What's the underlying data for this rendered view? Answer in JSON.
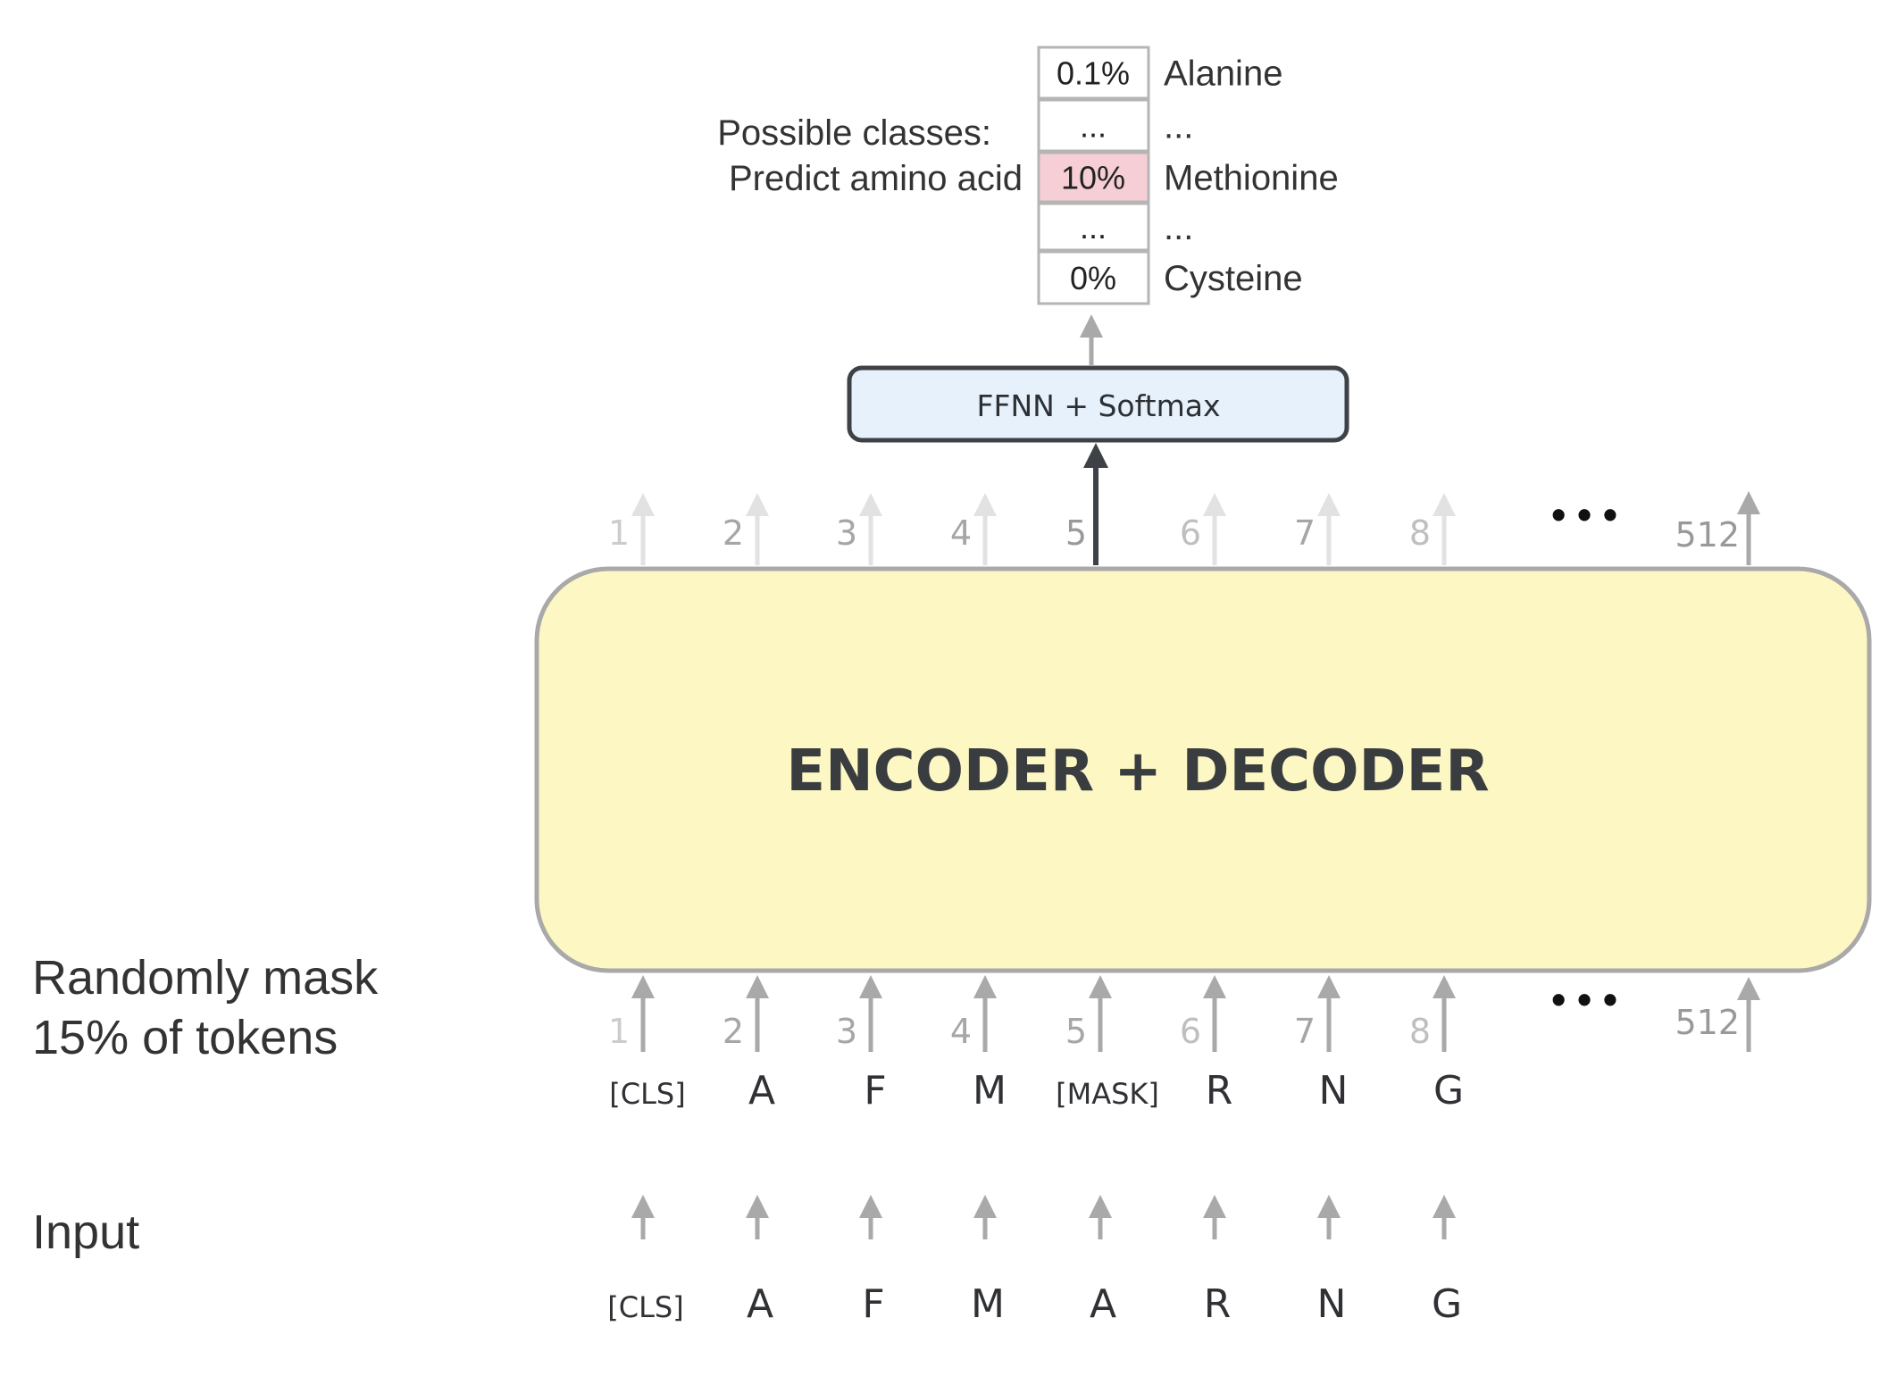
{
  "labels": {
    "mask_line1": "Randomly mask",
    "mask_line2": "15% of tokens",
    "input": "Input",
    "possible_classes": "Possible classes:",
    "predict": "Predict amino acid"
  },
  "encoder": {
    "label": "ENCODER + DECODER"
  },
  "ffnn": {
    "label": "FFNN + Softmax"
  },
  "prob_table": [
    {
      "pct": "0.1%",
      "name": "Alanine",
      "highlight": false
    },
    {
      "pct": "...",
      "name": "...",
      "highlight": false
    },
    {
      "pct": "10%",
      "name": "Methionine",
      "highlight": true
    },
    {
      "pct": "...",
      "name": "...",
      "highlight": false
    },
    {
      "pct": "0%",
      "name": "Cysteine",
      "highlight": false
    }
  ],
  "positions": [
    "1",
    "2",
    "3",
    "4",
    "5",
    "6",
    "7",
    "8"
  ],
  "last_position": "512",
  "ellipsis": "• • •",
  "masked_tokens": [
    "[CLS]",
    "A",
    "F",
    "M",
    "[MASK]",
    "R",
    "N",
    "G"
  ],
  "input_tokens": [
    "[CLS]",
    "A",
    "F",
    "M",
    "A",
    "R",
    "N",
    "G"
  ],
  "colors": {
    "encoder_fill": "#FDF7C3",
    "encoder_stroke": "#A9A9A9",
    "ffnn_fill": "#E7F1FB",
    "ffnn_stroke": "#3E4247",
    "highlight_fill": "#F6CFD6",
    "arrow_gray": "#A9A9A9",
    "arrow_faint": "#E2E2E2",
    "arrow_dark": "#3E4247"
  }
}
